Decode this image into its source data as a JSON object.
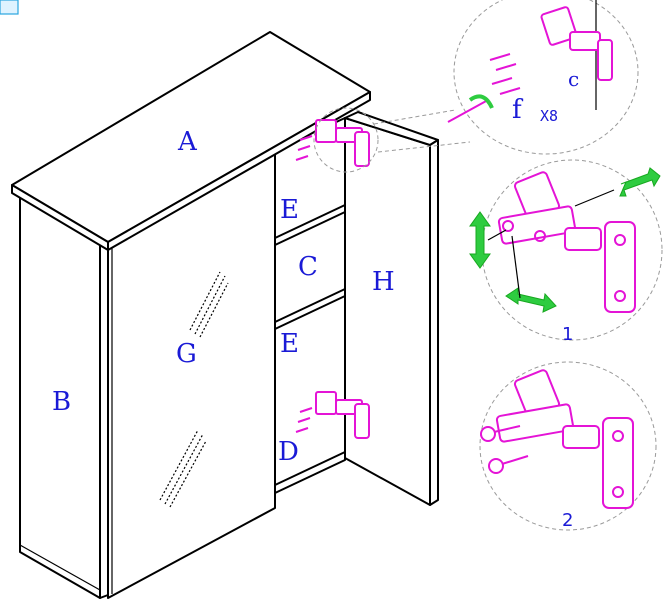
{
  "parts": {
    "a": "A",
    "b": "B",
    "c": "C",
    "d": "D",
    "e_upper": "E",
    "e_lower": "E",
    "g": "G",
    "h": "H"
  },
  "hardware": {
    "hinge_callout": "c",
    "screw_callout": "f",
    "screw_qty": "X8"
  },
  "steps": {
    "step1": "1",
    "step2": "2"
  },
  "colors": {
    "label_blue": "#1a1ad6",
    "hinge_magenta": "#e414d6",
    "arrow_green": "#2ecc40"
  }
}
